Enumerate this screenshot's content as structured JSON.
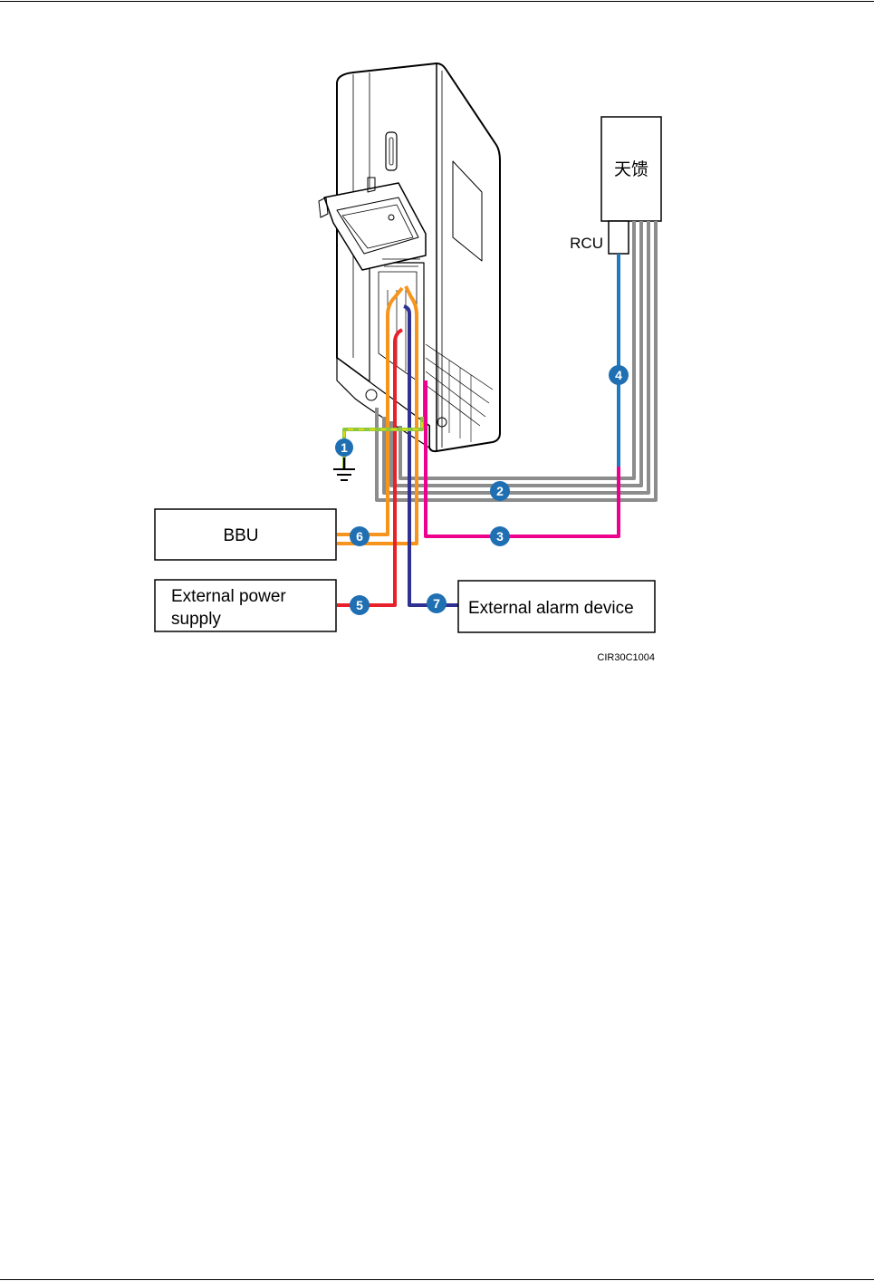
{
  "labels": {
    "antenna": "天馈",
    "rcu": "RCU",
    "bbu": "BBU",
    "power_line1": "External power",
    "power_line2": "supply",
    "alarm": "External alarm device",
    "figure_id": "CIR30C1004"
  },
  "badges": [
    "1",
    "2",
    "3",
    "4",
    "5",
    "6",
    "7"
  ],
  "colors": {
    "ground": "#8dc63f",
    "ground_alt": "#f5e400",
    "rf": "#8c8c8c",
    "rf_inner": "#ffffff",
    "aisg": "#ec008c",
    "rcu_cable": "#1f7bc1",
    "power": "#e8202a",
    "cpri": "#f7941d",
    "alarm": "#2e3192",
    "badge": "#1f6fb2",
    "outline": "#000000"
  }
}
